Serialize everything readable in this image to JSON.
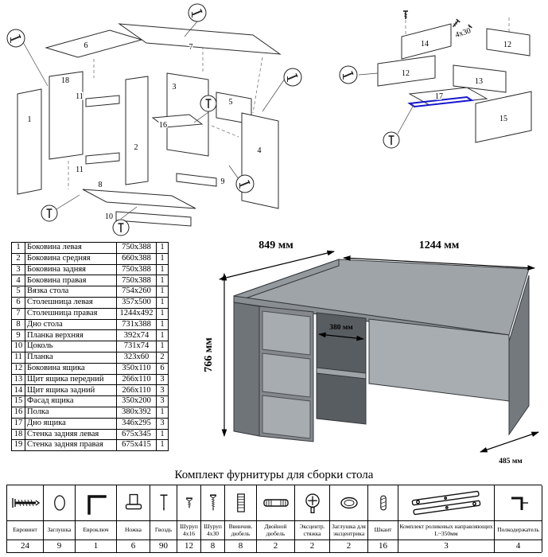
{
  "parts_table": {
    "rows": [
      {
        "n": "1",
        "name": "Боковина левая",
        "size": "750x388",
        "qty": "1"
      },
      {
        "n": "2",
        "name": "Боковина средняя",
        "size": "660x388",
        "qty": "1"
      },
      {
        "n": "3",
        "name": "Боковина задняя",
        "size": "750x388",
        "qty": "1"
      },
      {
        "n": "4",
        "name": "Боковина правая",
        "size": "750x388",
        "qty": "1"
      },
      {
        "n": "5",
        "name": "Вязка стола",
        "size": "754x260",
        "qty": "1"
      },
      {
        "n": "6",
        "name": "Столешница левая",
        "size": "357x500",
        "qty": "1"
      },
      {
        "n": "7",
        "name": "Столешница правая",
        "size": "1244x492",
        "qty": "1"
      },
      {
        "n": "8",
        "name": "Дно стола",
        "size": "731x388",
        "qty": "1"
      },
      {
        "n": "9",
        "name": "Планка верхняя",
        "size": "392x74",
        "qty": "1"
      },
      {
        "n": "10",
        "name": "Цоколь",
        "size": "731x74",
        "qty": "1"
      },
      {
        "n": "11",
        "name": "Планка",
        "size": "323x60",
        "qty": "2"
      },
      {
        "n": "12",
        "name": "Боковина ящика",
        "size": "350x110",
        "qty": "6"
      },
      {
        "n": "13",
        "name": "Щит ящика передний",
        "size": "266x110",
        "qty": "3"
      },
      {
        "n": "14",
        "name": "Щит ящика задний",
        "size": "266x110",
        "qty": "3"
      },
      {
        "n": "15",
        "name": "Фасад ящика",
        "size": "350x200",
        "qty": "3"
      },
      {
        "n": "16",
        "name": "Полка",
        "size": "380x392",
        "qty": "1"
      },
      {
        "n": "17",
        "name": "Дно ящика",
        "size": "346x295",
        "qty": "3"
      },
      {
        "n": "18",
        "name": "Стенка задняя левая",
        "size": "675x345",
        "qty": "1"
      },
      {
        "n": "19",
        "name": "Стенка задняя правая",
        "size": "675x415",
        "qty": "1"
      }
    ]
  },
  "desk": {
    "dim_left": "849 мм",
    "dim_top": "1244 мм",
    "dim_height": "766 мм",
    "dim_inner": "380 мм",
    "dim_depth": "485 мм"
  },
  "diagram_left": {
    "l1": "1",
    "l2": "2",
    "l3": "3",
    "l4": "4",
    "l5": "5",
    "l6": "6",
    "l7": "7",
    "l8": "8",
    "l9": "9",
    "l10": "10",
    "l11a": "11",
    "l11b": "11",
    "l16": "16",
    "l18": "18"
  },
  "diagram_right": {
    "l12a": "12",
    "l12b": "12",
    "l13": "13",
    "l14": "14",
    "l15": "15",
    "l17": "17",
    "note": "4x30"
  },
  "hardware": {
    "title": "Комплект фурнитуры для сборки стола",
    "items": [
      {
        "name": "Евровинт",
        "qty": "24",
        "icon": "euro-screw-icon"
      },
      {
        "name": "Заглушка",
        "qty": "9",
        "icon": "plug-cap-icon"
      },
      {
        "name": "Евроключ",
        "qty": "1",
        "icon": "hex-key-icon"
      },
      {
        "name": "Ножка",
        "qty": "6",
        "icon": "furniture-leg-icon"
      },
      {
        "name": "Гвоздь",
        "qty": "90",
        "icon": "nail-icon"
      },
      {
        "name": "Шуруп 4x16",
        "qty": "12",
        "icon": "screw-4x16-icon"
      },
      {
        "name": "Шуруп 4x30",
        "qty": "8",
        "icon": "screw-4x30-icon"
      },
      {
        "name": "Ввинчив. дюбель",
        "qty": "8",
        "icon": "threaded-dowel-icon"
      },
      {
        "name": "Двойной дюбель",
        "qty": "2",
        "icon": "double-dowel-icon"
      },
      {
        "name": "Эксцентр. стяжка",
        "qty": "2",
        "icon": "cam-lock-icon"
      },
      {
        "name": "Заглушка для эксцентрика",
        "qty": "2",
        "icon": "cam-cap-icon"
      },
      {
        "name": "Шкант",
        "qty": "16",
        "icon": "wood-dowel-icon"
      },
      {
        "name": "Комплект роликовых направляющих L~350мм",
        "qty": "3",
        "icon": "drawer-slides-icon"
      },
      {
        "name": "Полкодержатель",
        "qty": "4",
        "icon": "shelf-pin-icon"
      }
    ]
  }
}
